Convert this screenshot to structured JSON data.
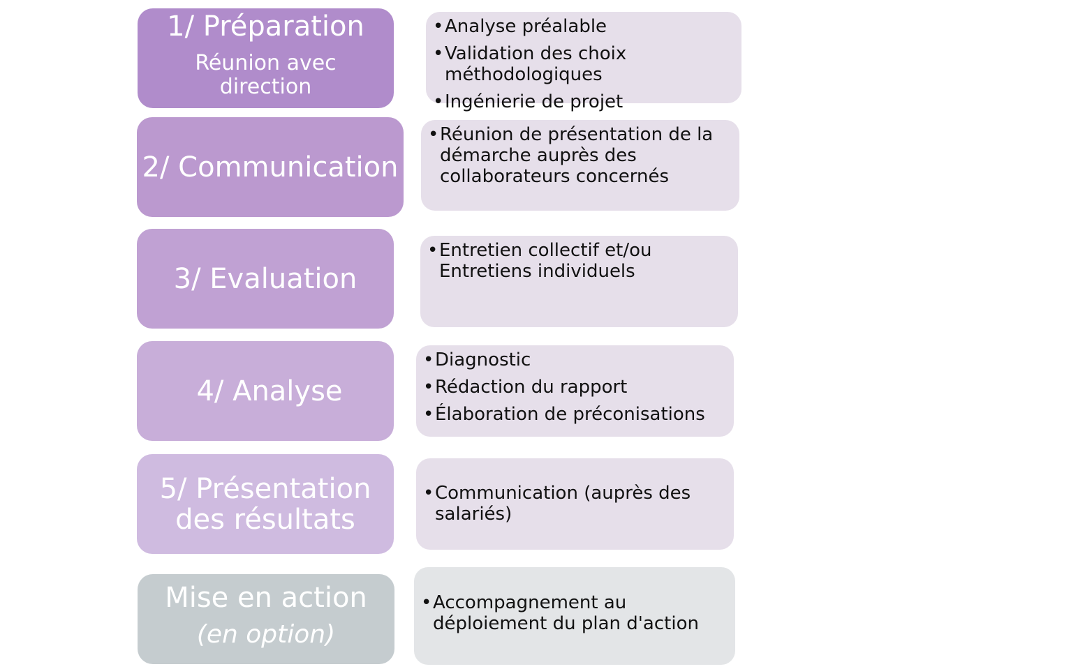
{
  "stages": [
    {
      "title": "1/ Préparation",
      "subtitle": "Réunion avec direction",
      "color": "#b08ccb"
    },
    {
      "title": "2/ Communication",
      "subtitle": "",
      "color": "#bb99cf"
    },
    {
      "title": "3/ Evaluation",
      "subtitle": "",
      "color": "#c0a1d3"
    },
    {
      "title": "4/ Analyse",
      "subtitle": "",
      "color": "#c8aed9"
    },
    {
      "title": "5/ Présentation des résultats",
      "subtitle": "",
      "color": "#cfbbe0"
    },
    {
      "title": "Mise en action",
      "subtitle": "(en option)",
      "color": "#c5cccf"
    }
  ],
  "details": [
    {
      "items": [
        "Analyse préalable",
        "Validation des choix\nméthodologiques",
        "Ingénierie de projet"
      ]
    },
    {
      "items": [
        "Réunion de présentation de la\ndémarche auprès des\ncollaborateurs concernés"
      ]
    },
    {
      "items": [
        "Entretien collectif et/ou\nEntretiens individuels"
      ]
    },
    {
      "items": [
        "Diagnostic",
        "Rédaction du rapport",
        "Élaboration de préconisations"
      ]
    },
    {
      "items": [
        "Communication (auprès des\nsalariés)"
      ]
    },
    {
      "items": [
        "Accompagnement au\ndéploiement du plan d'action"
      ]
    }
  ]
}
